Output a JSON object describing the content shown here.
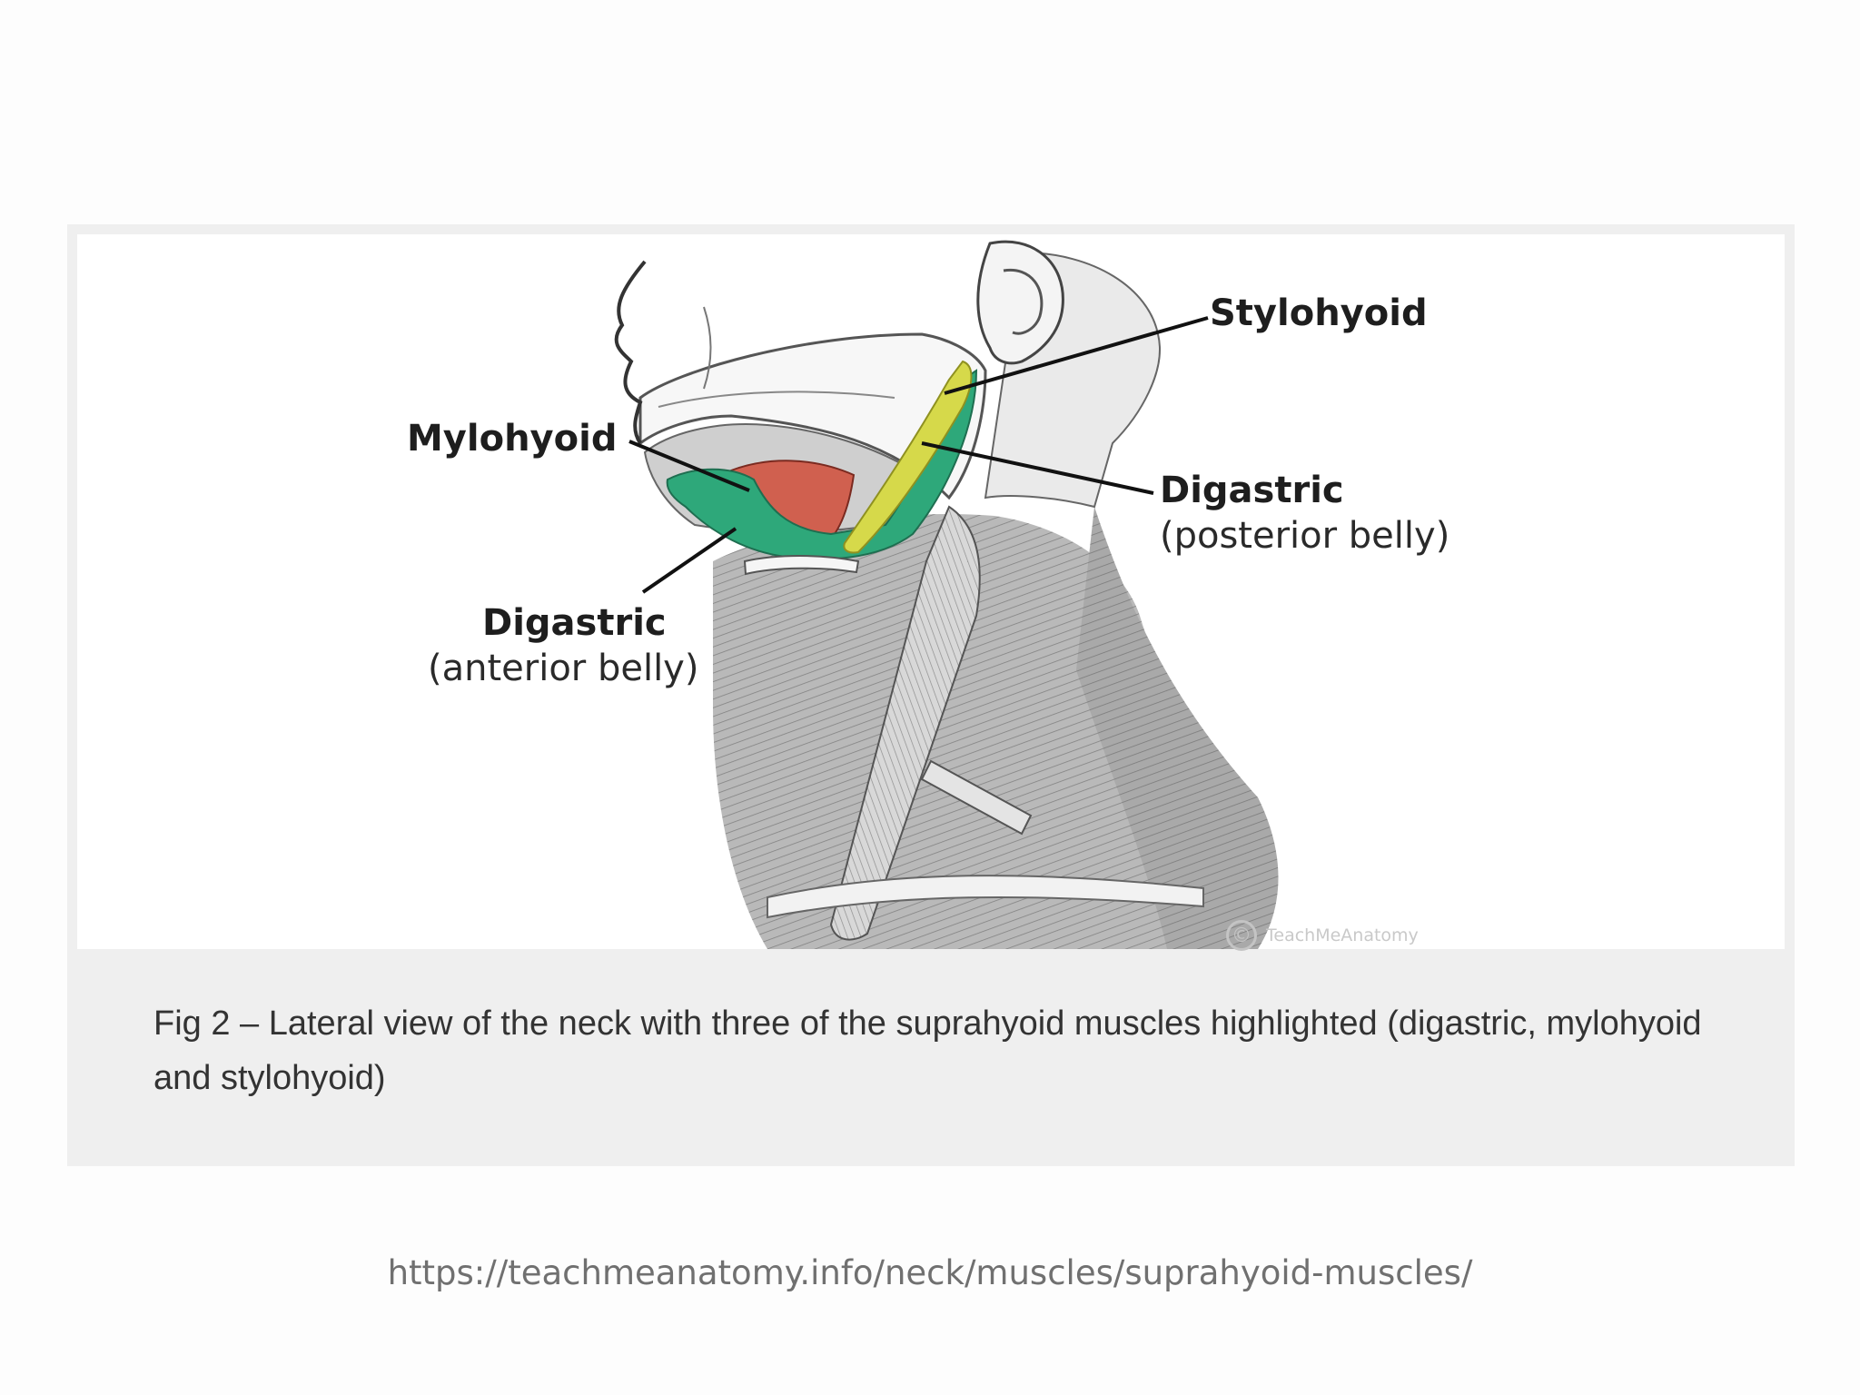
{
  "figure": {
    "labels": {
      "stylohyoid": {
        "name": "Stylohyoid"
      },
      "mylohyoid": {
        "name": "Mylohyoid"
      },
      "digastric_posterior": {
        "name": "Digastric",
        "detail": "(posterior belly)"
      },
      "digastric_anterior": {
        "name": "Digastric",
        "detail": "(anterior belly)"
      }
    },
    "watermark": {
      "symbol": "©",
      "text": "TeachMeAnatomy"
    },
    "caption": "Fig 2 – Lateral view of the neck with three of the suprahyoid muscles highlighted (digastric, mylohyoid and stylohyoid)",
    "colors": {
      "mylohyoid": "#d0604f",
      "digastric": "#2ea87a",
      "stylohyoid": "#d6d94a",
      "frame": "#efefef"
    }
  },
  "source_url": "https://teachmeanatomy.info/neck/muscles/suprahyoid-muscles/"
}
